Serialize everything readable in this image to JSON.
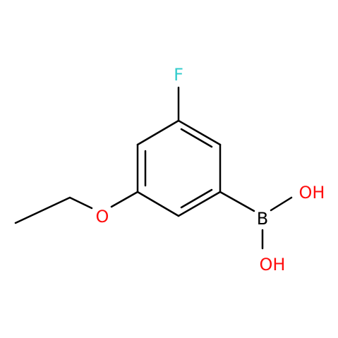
{
  "molecule": {
    "atoms": {
      "fluorine": {
        "label": "F",
        "color": "#33cccc"
      },
      "oxygen_ether": {
        "label": "O",
        "color": "#ff0d0d"
      },
      "boron": {
        "label": "B",
        "color": "#000000"
      },
      "hydroxyl_top": {
        "label": "OH",
        "color": "#ff0d0d"
      },
      "hydroxyl_bottom": {
        "label": "OH",
        "color": "#ff0d0d"
      }
    },
    "bond_color": "#000000"
  }
}
